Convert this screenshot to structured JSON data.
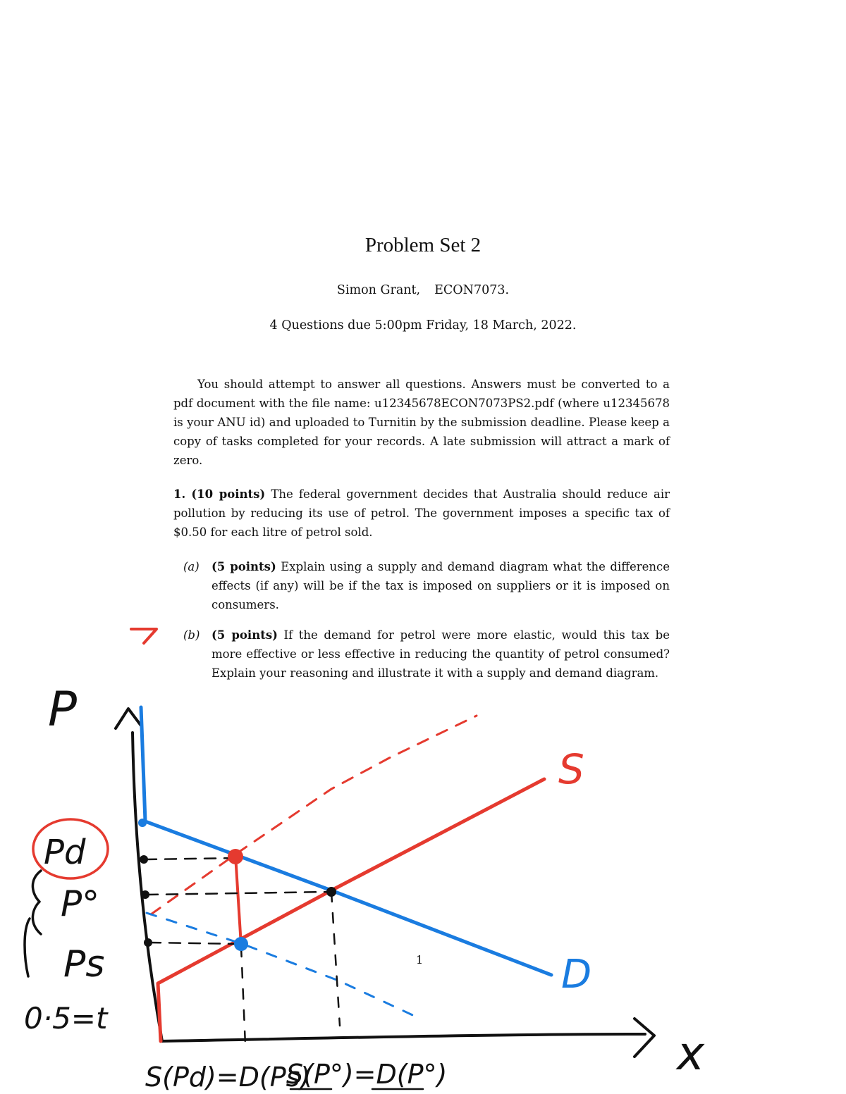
{
  "document": {
    "title": "Problem Set 2",
    "author": "Simon Grant,",
    "course": "ECON7073.",
    "due_line": "4 Questions due 5:00pm Friday, 18 March, 2022.",
    "intro": "You should attempt to answer all questions. Answers must be converted to a pdf document with the file name: u12345678ECON7073PS2.pdf (where u12345678 is your ANU id) and uploaded to Turnitin by the submission deadline. Please keep a copy of tasks completed for your records. A late submission will attract a mark of zero.",
    "question1": {
      "number": "1.",
      "points": "(10 points)",
      "text": "The federal government decides that Australia should reduce air pollution by reducing its use of petrol. The government imposes a specific tax of $0.50 for each litre of petrol sold."
    },
    "part_a": {
      "label": "(a)",
      "points": "(5 points)",
      "text": "Explain using a supply and demand diagram what the difference effects (if any) will be if the tax is imposed on suppliers or it is imposed on consumers."
    },
    "part_b": {
      "label": "(b)",
      "points": "(5 points)",
      "text": "If the demand for petrol were more elastic, would this tax be more effective or less effective in reducing the quantity of petrol consumed? Explain your reasoning and illustrate it with a supply and demand diagram."
    },
    "page_number": "1"
  },
  "handwriting": {
    "axis_y": "P",
    "axis_x": "x",
    "supply_label": "S",
    "demand_label": "D",
    "price_demanders": "Pd",
    "price_equilibrium": "P°",
    "price_suppliers": "Ps",
    "tax_note": "0·5=t",
    "quantity_taxed": "S(Pd)=D(Ps)",
    "quantity_equilibrium": "S(P°)=D(P°)"
  },
  "colors": {
    "ink_black": "#111111",
    "ink_red": "#e53a2f",
    "ink_blue": "#1a7ce0",
    "text": "#111111"
  }
}
